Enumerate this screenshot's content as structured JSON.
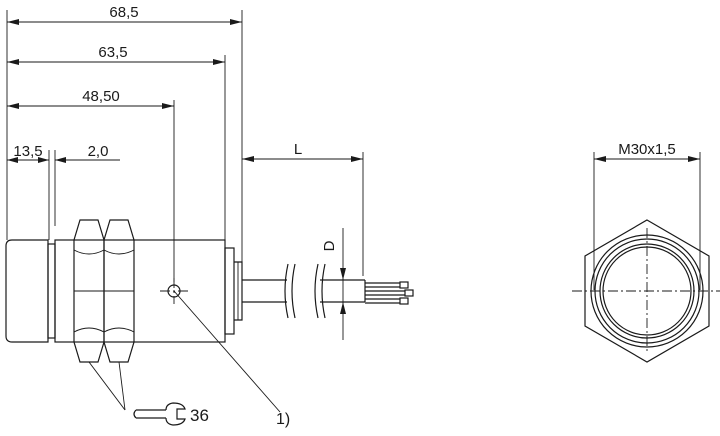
{
  "drawing": {
    "dimensions": {
      "overall_length": "68,5",
      "body_length": "63,5",
      "led_position": "48,50",
      "face_length": "13,5",
      "gap": "2,0",
      "cable_length": "L",
      "cable_diameter": "D",
      "thread": "M30x1,5"
    },
    "callouts": {
      "wrench_size": "36",
      "note_1": "1)"
    }
  }
}
